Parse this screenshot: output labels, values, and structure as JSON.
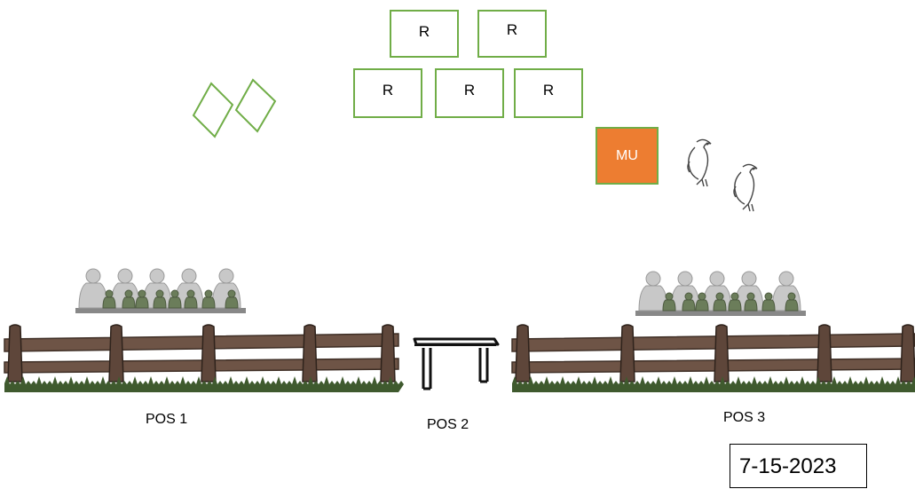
{
  "boxes": [
    {
      "label": "R"
    },
    {
      "label": "R"
    },
    {
      "label": "R"
    },
    {
      "label": "R"
    },
    {
      "label": "R"
    }
  ],
  "mu": {
    "label": "MU",
    "color": "#ed7d31"
  },
  "positions": [
    {
      "label": "POS 1"
    },
    {
      "label": "POS 2"
    },
    {
      "label": "POS 3"
    }
  ],
  "date": "7-15-2023",
  "colors": {
    "outline": "#70ad47",
    "fence": "#6e5446",
    "grass": "#3f5a2e",
    "target": "#6b7d5a"
  },
  "icons": [
    "diamond-marker-icon",
    "vulture-icon",
    "target-silhouette-icon",
    "fence-icon",
    "table-icon"
  ]
}
